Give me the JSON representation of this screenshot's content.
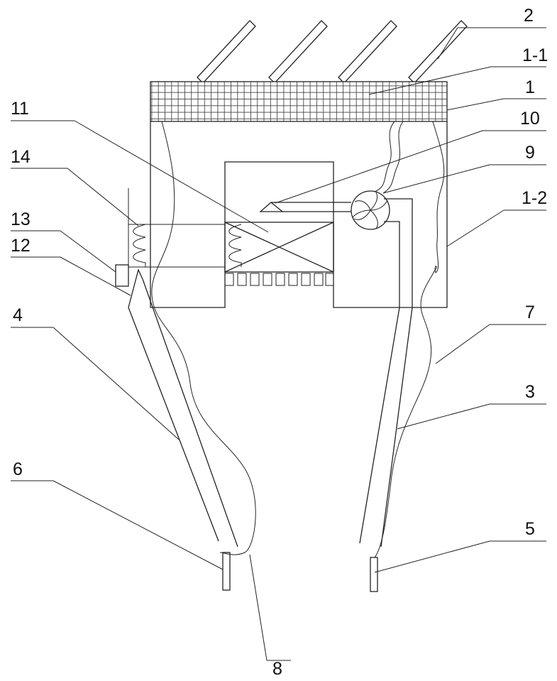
{
  "figure": {
    "labels": {
      "l2": "2",
      "l1_1": "1-1",
      "l1": "1",
      "l10": "10",
      "l11": "11",
      "l9": "9",
      "l14": "14",
      "l1_2": "1-2",
      "l13": "13",
      "l12": "12",
      "l4": "4",
      "l7": "7",
      "l3": "3",
      "l6": "6",
      "l5": "5",
      "l8": "8"
    }
  }
}
